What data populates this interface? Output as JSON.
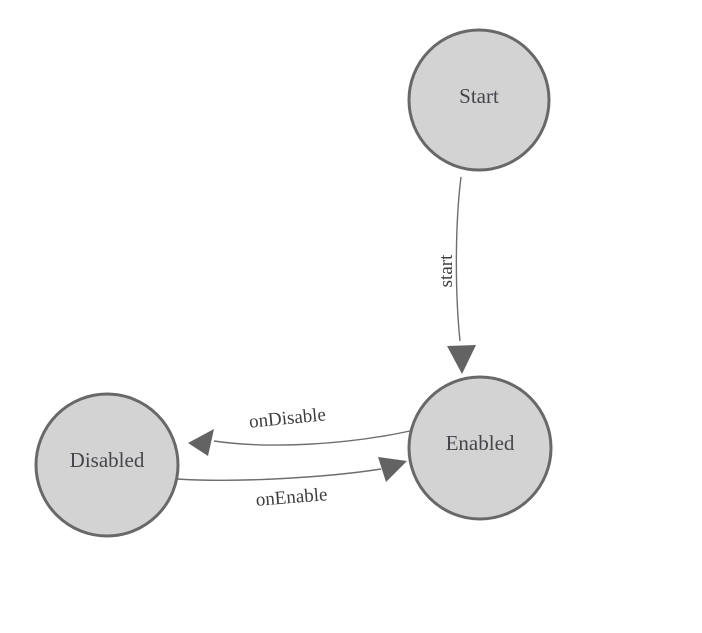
{
  "diagram": {
    "type": "state-machine",
    "background_color": "#ffffff",
    "colors": {
      "node_fill": "#d3d3d3",
      "node_stroke": "#686868",
      "edge_stroke": "#6e6e6e",
      "arrowhead_fill": "#636363",
      "node_label_color": "#45464b",
      "edge_label_color": "#3e3e3e"
    },
    "nodes": [
      {
        "id": "start",
        "label": "Start"
      },
      {
        "id": "enabled",
        "label": "Enabled"
      },
      {
        "id": "disabled",
        "label": "Disabled"
      }
    ],
    "edges": [
      {
        "from": "start",
        "to": "enabled",
        "label": "start"
      },
      {
        "from": "enabled",
        "to": "disabled",
        "label": "onDisable"
      },
      {
        "from": "disabled",
        "to": "enabled",
        "label": "onEnable"
      }
    ]
  }
}
